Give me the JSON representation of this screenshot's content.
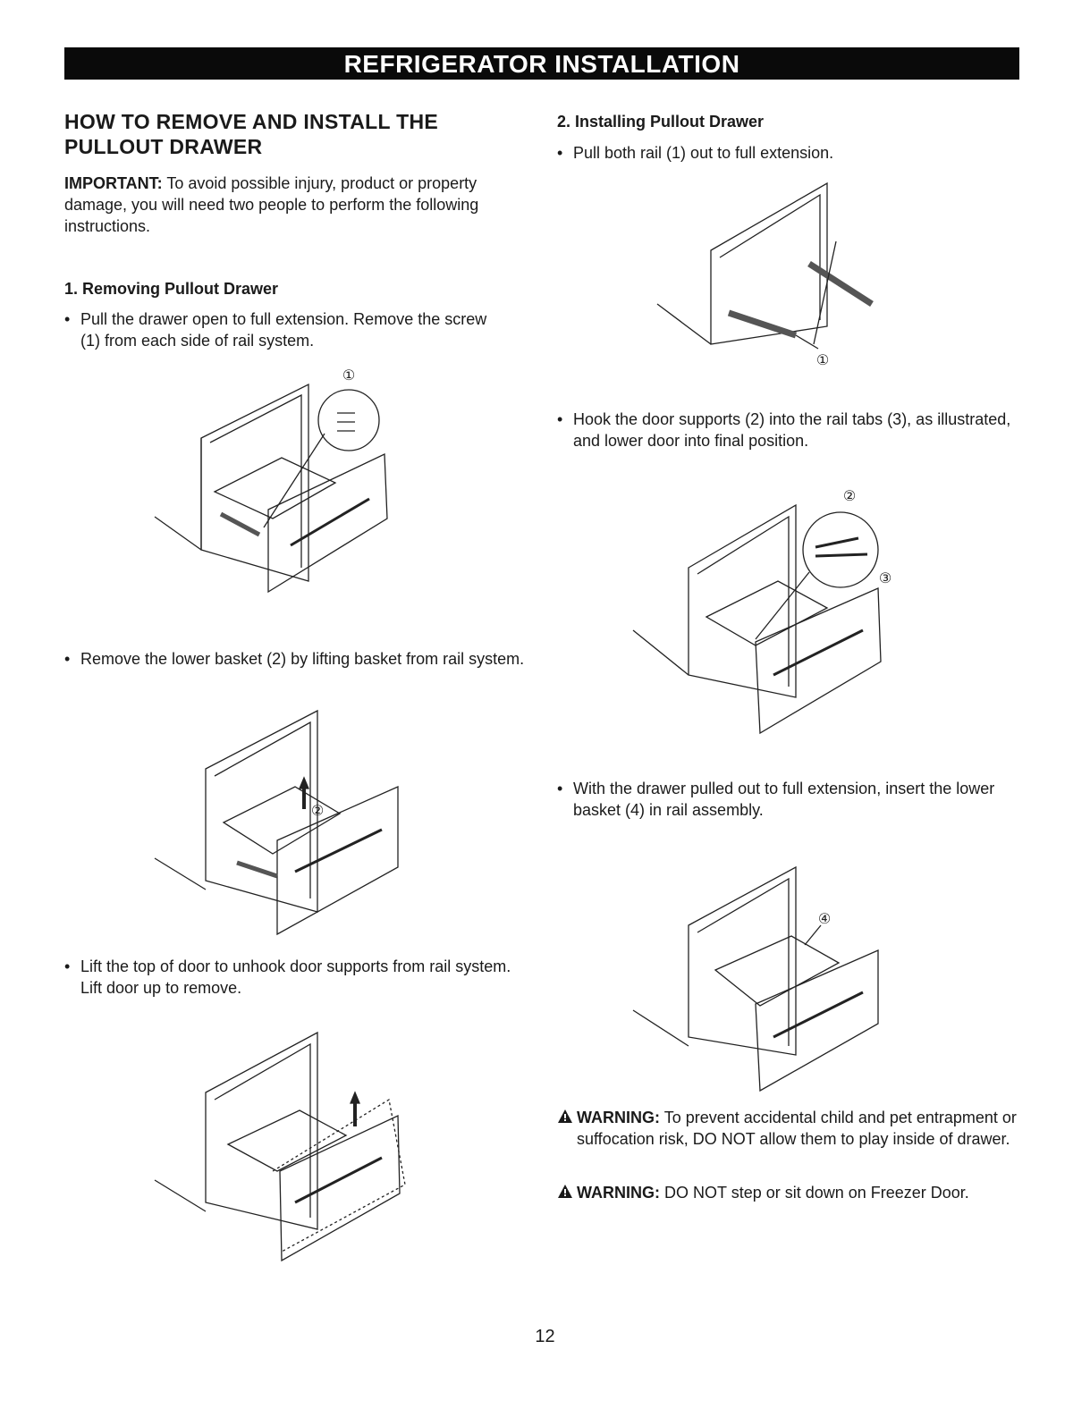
{
  "header": {
    "title": "REFRIGERATOR INSTALLATION"
  },
  "section_title": "HOW TO REMOVE AND INSTALL THE PULLOUT DRAWER",
  "important": {
    "label": "IMPORTANT:",
    "text": "To avoid possible injury, product or property damage, you will need two people to perform the following instructions."
  },
  "removing": {
    "heading": "1. Removing Pullout Drawer",
    "steps": [
      "Pull the drawer open to full extension. Remove the screw (1) from each side of rail system.",
      "Remove the lower basket (2) by lifting basket from rail system.",
      "Lift the top of door to unhook door supports from rail system. Lift door up to remove."
    ],
    "callouts": [
      "①",
      "②"
    ]
  },
  "installing": {
    "heading": "2. Installing Pullout Drawer",
    "steps": [
      "Pull both rail (1) out to full extension.",
      "Hook the door supports (2) into the rail tabs (3), as illustrated, and lower door into final position.",
      "With the drawer pulled out to full extension, insert the lower basket (4) in rail assembly."
    ],
    "callouts": [
      "①",
      "②",
      "③",
      "④"
    ]
  },
  "warnings": [
    {
      "icon": "warning-triangle-icon",
      "label": "WARNING:",
      "text": "To prevent accidental child and pet entrapment or suffocation risk, DO NOT allow them to play inside of drawer."
    },
    {
      "icon": "warning-triangle-icon",
      "label": "WARNING:",
      "text": "DO NOT step or sit down on Freezer Door."
    }
  ],
  "page_number": "12"
}
